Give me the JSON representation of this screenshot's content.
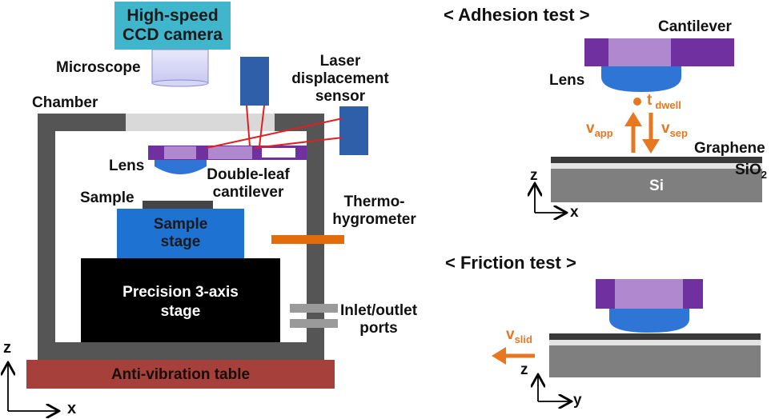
{
  "setup": {
    "camera": "High-speed\nCCD camera",
    "microscope": "Microscope",
    "laser_sensor": "Laser\ndisplacement\nsensor",
    "chamber": "Chamber",
    "lens": "Lens",
    "cantilever": "Double-leaf\ncantilever",
    "sample": "Sample",
    "sample_stage": "Sample\nstage",
    "thermo": "Thermo-\nhygrometer",
    "precision_stage": "Precision 3-axis\nstage",
    "ports": "Inlet/outlet\nports",
    "table": "Anti-vibration table",
    "axis_z": "z",
    "axis_x": "x"
  },
  "adhesion": {
    "title": "< Adhesion test >",
    "cantilever": "Cantilever",
    "lens": "Lens",
    "t_main": "t",
    "t_sub": "dwell",
    "v_app_main": "v",
    "v_app_sub": "app",
    "v_sep_main": "v",
    "v_sep_sub": "sep",
    "graphene": "Graphene",
    "sio2_main": "SiO",
    "sio2_sub": "2",
    "si": "Si",
    "axis_z": "z",
    "axis_x": "x"
  },
  "friction": {
    "title": "< Friction test >",
    "v_slid_main": "v",
    "v_slid_sub": "slid",
    "axis_z": "z",
    "axis_y": "y"
  },
  "colors": {
    "camera": "#3fb6cc",
    "chamber": "#555555",
    "cantilever_dark": "#7030a0",
    "cantilever_light": "#b088d0",
    "lens": "#2e75d6",
    "laser": "#2e5fa8",
    "laser_beam": "#e02020",
    "sample_stage": "#1e73d2",
    "precision_stage": "#000000",
    "table": "#a5403a",
    "arrow": "#e87722",
    "substrate": "#7f7f7f"
  }
}
